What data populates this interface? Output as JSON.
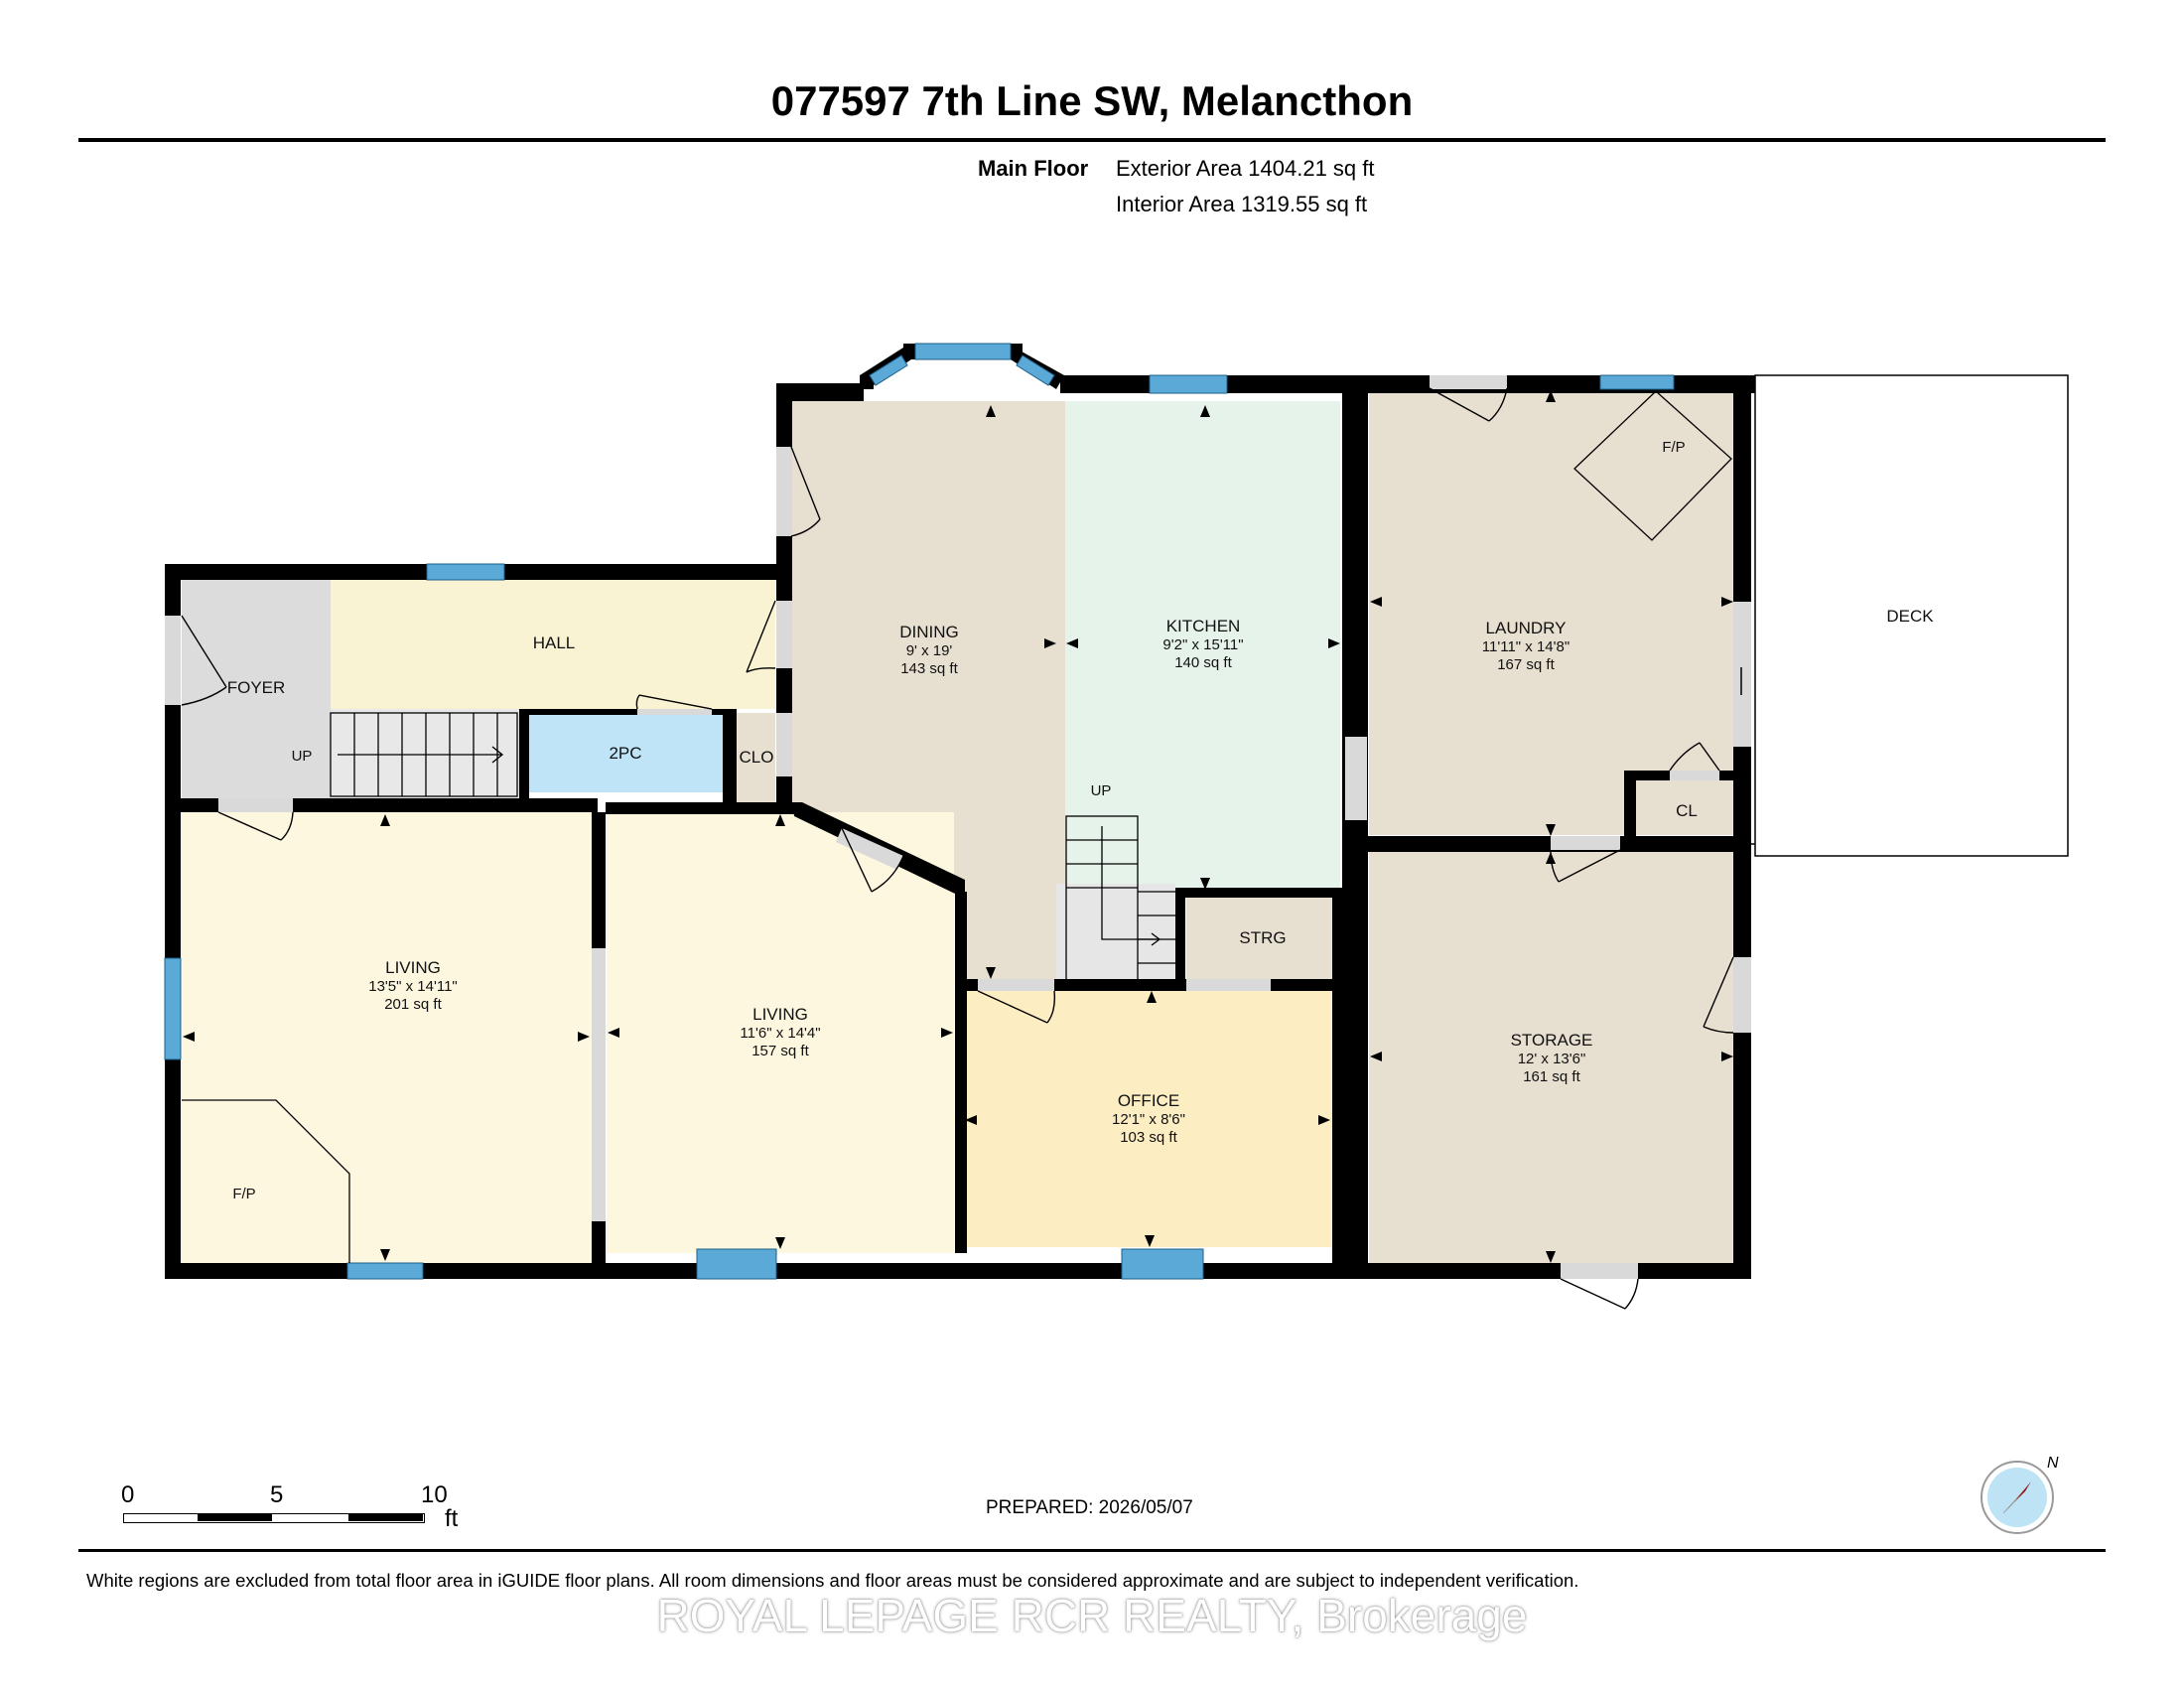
{
  "title": "077597 7th Line SW, Melancthon",
  "summary": {
    "floor_name": "Main Floor",
    "exterior_area": "Exterior Area 1404.21 sq ft",
    "interior_area": "Interior Area 1319.55 sq ft"
  },
  "rooms": {
    "foyer": {
      "name": "FOYER"
    },
    "hall": {
      "name": "HALL"
    },
    "two_pc": {
      "name": "2PC"
    },
    "clo": {
      "name": "CLO"
    },
    "dining": {
      "name": "DINING",
      "dims": "9' x 19'",
      "area": "143 sq ft"
    },
    "kitchen": {
      "name": "KITCHEN",
      "dims": "9'2\" x 15'11\"",
      "area": "140 sq ft"
    },
    "laundry": {
      "name": "LAUNDRY",
      "dims": "11'11\" x 14'8\"",
      "area": "167 sq ft"
    },
    "deck": {
      "name": "DECK"
    },
    "cl": {
      "name": "CL"
    },
    "living_left": {
      "name": "LIVING",
      "dims": "13'5\" x 14'11\"",
      "area": "201 sq ft"
    },
    "living_center": {
      "name": "LIVING",
      "dims": "11'6\" x 14'4\"",
      "area": "157 sq ft"
    },
    "office": {
      "name": "OFFICE",
      "dims": "12'1\" x 8'6\"",
      "area": "103 sq ft"
    },
    "strg": {
      "name": "STRG"
    },
    "storage": {
      "name": "STORAGE",
      "dims": "12' x 13'6\"",
      "area": "161 sq ft"
    }
  },
  "fixtures": {
    "fireplace_laundry": "F/P",
    "fireplace_living": "F/P",
    "stairs_foyer": "UP",
    "stairs_kitchen": "UP"
  },
  "scale_bar": {
    "ticks": [
      "0",
      "5",
      "10"
    ],
    "unit": "ft"
  },
  "prepared": "PREPARED: 2026/05/07",
  "disclaimer": "White regions are excluded from total floor area in iGUIDE floor plans. All room dimensions and floor areas must be considered approximate and are subject to independent verification.",
  "watermark": "ROYAL LEPAGE RCR REALTY, Brokerage",
  "compass_label": "N",
  "colors": {
    "wall": "#000000",
    "window": "#5aa9d6",
    "door_opening": "#d9d9d9",
    "foyer": "#dcdcdc",
    "hall": "#faf3d3",
    "two_pc": "#bfe3f7",
    "dining": "#e7dfd0",
    "kitchen": "#e6f3ea",
    "laundry": "#e7dfd0",
    "living": "#fdf7e0",
    "office": "#fcedc2",
    "storage": "#e7dfd0",
    "deck": "#ffffff"
  }
}
